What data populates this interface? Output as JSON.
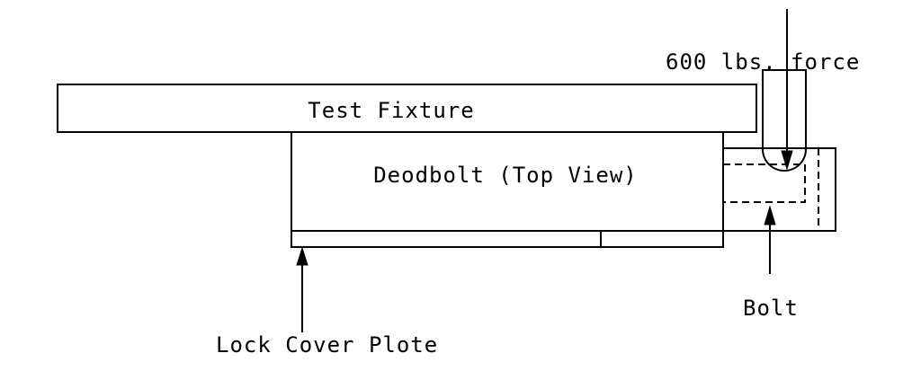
{
  "diagram": {
    "labels": {
      "force": "600 lbs. force",
      "test_fixture": "Test Fixture",
      "deadbolt": "Deodbolt (Top View)",
      "bolt": "Bolt",
      "lock_cover_plate": "Lock Cover Plote"
    }
  }
}
